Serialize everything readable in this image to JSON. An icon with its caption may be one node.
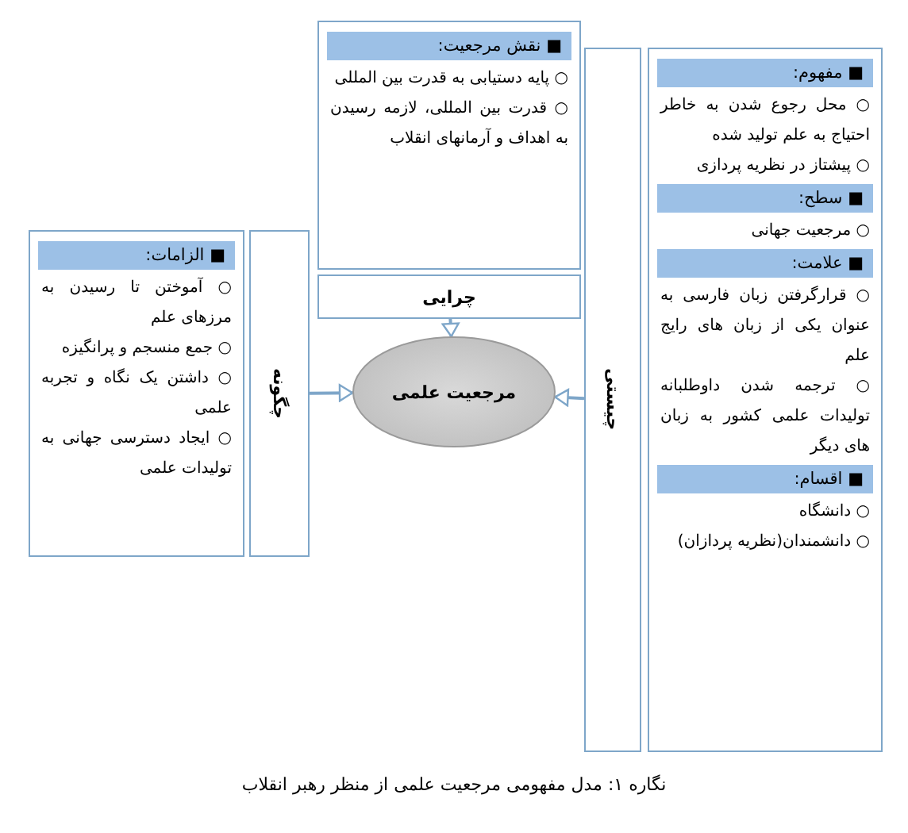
{
  "diagram": {
    "caption": "نگاره ۱: مدل مفهومی مرجعیت علمی از منظر رهبر انقلاب",
    "nodes": [
      {
        "text": [
          "○ پایه دستیابی به قدرت بین المللی",
          "○ قدرت بین المللی، لازمه رسیدن به اهداف و آرمانهای انقلاب"
        ]
      },
      {
        "text": [
          "■ نقش مرجعیت:"
        ],
        "in": 0
      },
      {
        "text": [
          "چرایی"
        ]
      },
      {
        "text": [
          "مرجعیت علمی"
        ]
      },
      {
        "text": [
          "○ محل رجوع شدن به خاطر احتیاج به علم تولید شده",
          "○ پیشتاز در نظریه پردازی",
          "○ مرجعیت جهانی",
          "○ قرارگرفتن زبان فارسی به عنوان یکی از زبان های رایج علم",
          "○ ترجمه شدن داوطلبانه تولیدات علمی کشور به زبان های دیگر",
          "○ دانشگاه",
          "○ دانشمندان(نظریه پردازان)"
        ]
      },
      {
        "text": [
          "■ مفهوم:"
        ],
        "in": 4
      },
      {
        "text": [
          "■ سطح:"
        ],
        "in": 4
      },
      {
        "text": [
          "■ علامت:"
        ],
        "in": 4
      },
      {
        "text": [
          "■ اقسام:"
        ],
        "in": 4
      },
      {
        "text": [
          "چیستی"
        ]
      },
      {
        "text": [
          "○ آموختن تا رسیدن به مرزهای علم",
          "○ جمع منسجم و پرانگیزه",
          "○ داشتن یک نگاه و تجربه علمی",
          "○ ایجاد دسترسی جهانی به تولیدات علمی"
        ]
      },
      {
        "text": [
          "■ الزامات:"
        ],
        "in": 10
      },
      {
        "text": [
          "چگونه"
        ]
      }
    ],
    "edges": [
      {
        "from": 2,
        "to": 3,
        "arrow": "to"
      },
      {
        "from": 9,
        "to": 3,
        "arrow": "to"
      },
      {
        "from": 12,
        "to": 3,
        "arrow": "to"
      }
    ]
  }
}
